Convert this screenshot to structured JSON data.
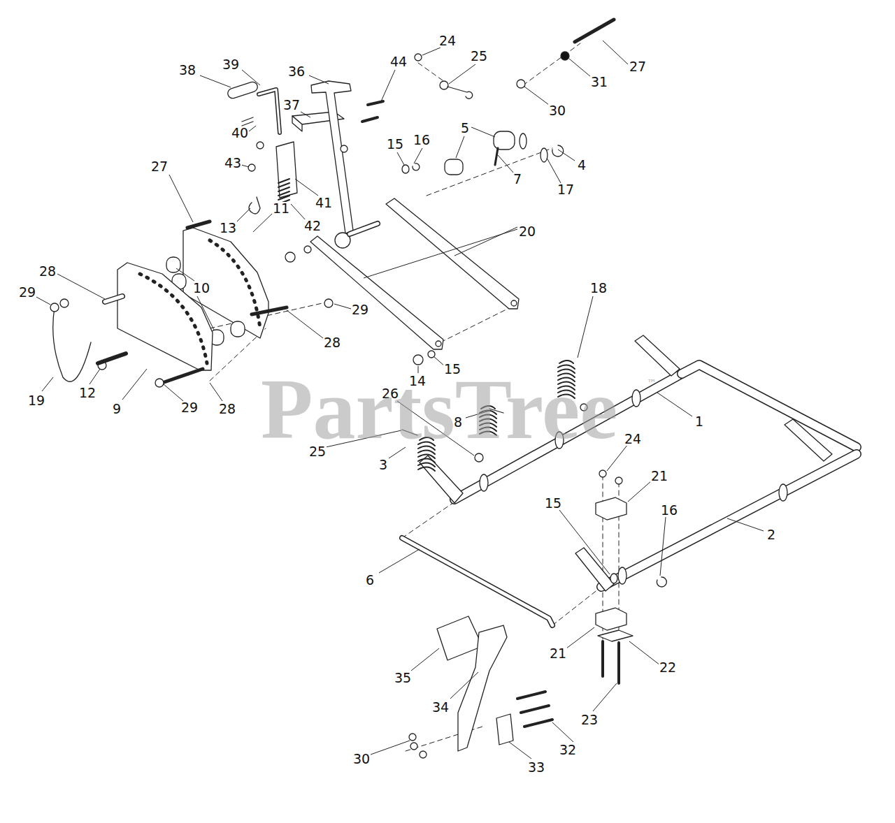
{
  "diagram": {
    "labels": [
      "38",
      "39",
      "36",
      "44",
      "24",
      "25",
      "27",
      "31",
      "30",
      "5",
      "4",
      "15",
      "16",
      "7",
      "17",
      "37",
      "40",
      "43",
      "41",
      "13",
      "42",
      "27",
      "11",
      "20",
      "28",
      "29",
      "10",
      "29",
      "28",
      "18",
      "14",
      "15",
      "19",
      "12",
      "9",
      "29",
      "28",
      "26",
      "8",
      "1",
      "25",
      "3",
      "24",
      "21",
      "15",
      "16",
      "2",
      "6",
      "21",
      "22",
      "35",
      "34",
      "23",
      "32",
      "30",
      "33",
      "PartsTree",
      "™"
    ]
  }
}
